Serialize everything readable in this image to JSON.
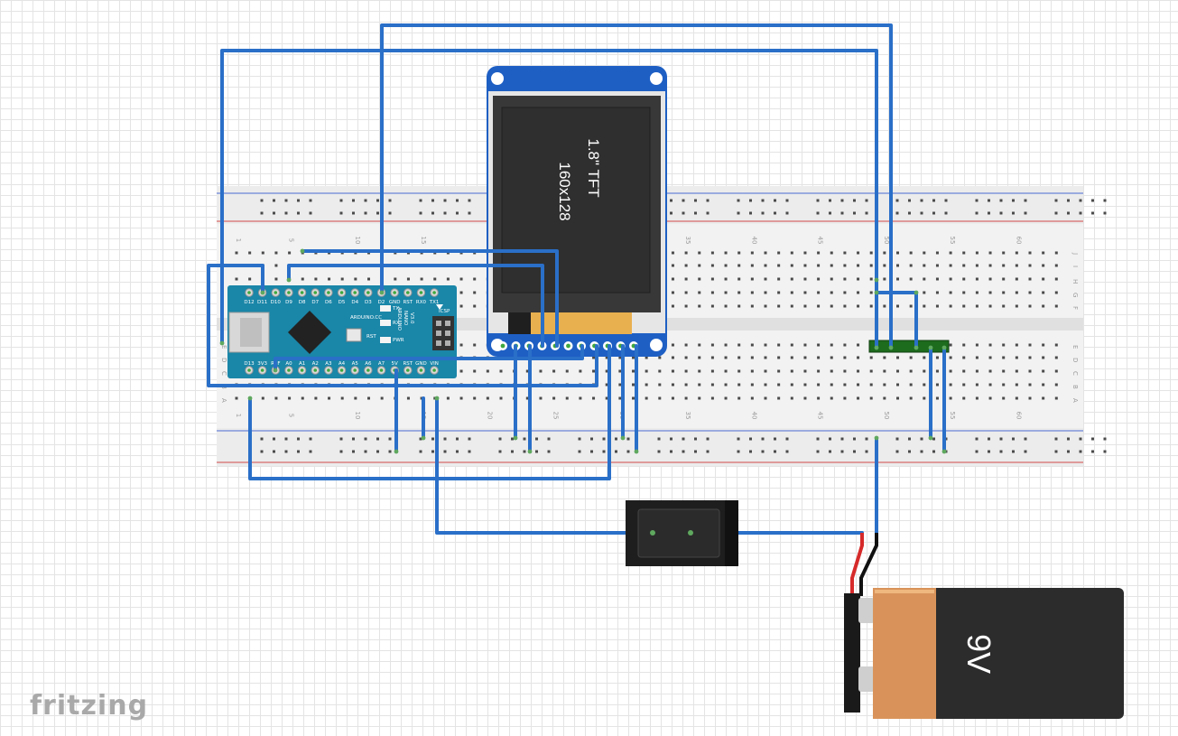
{
  "branding": {
    "app": "fritzing"
  },
  "breadboard": {
    "column_numbers": [
      "1",
      "5",
      "10",
      "15",
      "20",
      "25",
      "30",
      "35",
      "40",
      "45",
      "50",
      "55",
      "60"
    ],
    "row_letters_top": [
      "J",
      "I",
      "H",
      "G",
      "F"
    ],
    "row_letters_bottom": [
      "E",
      "D",
      "C",
      "B",
      "A"
    ]
  },
  "display": {
    "line1": "1.8\" TFT",
    "line2": "160x128"
  },
  "arduino": {
    "brand": "ARDUINO.CC",
    "model_line1": "ARDUINO",
    "model_line2": "NANO",
    "model_line3": "V3.0",
    "top_pins": [
      "D12",
      "D11",
      "D10",
      "D9",
      "D8",
      "D7",
      "D6",
      "D5",
      "D4",
      "D3",
      "D2",
      "GND",
      "RST",
      "RX0",
      "TX1"
    ],
    "bottom_pins": [
      "D13",
      "3V3",
      "REF",
      "A0",
      "A1",
      "A2",
      "A3",
      "A4",
      "A5",
      "A6",
      "A7",
      "5V",
      "RST",
      "GND",
      "VIN"
    ],
    "led_labels": [
      "TX",
      "RX",
      "PWR"
    ],
    "reset_label": "RST",
    "icsp_label": "ICSP"
  },
  "battery": {
    "label": "9V"
  },
  "colors": {
    "wire": "#2a6fc8",
    "breadboard": "#f2f2f2",
    "arduino_board": "#1a86a8",
    "display_pcb": "#1e5fc4",
    "display_screen": "#2a2a2a",
    "battery_orange": "#d9935a",
    "battery_black": "#2c2c2c",
    "rail_red": "#d24a4a",
    "rail_blue": "#4a6ad2"
  }
}
